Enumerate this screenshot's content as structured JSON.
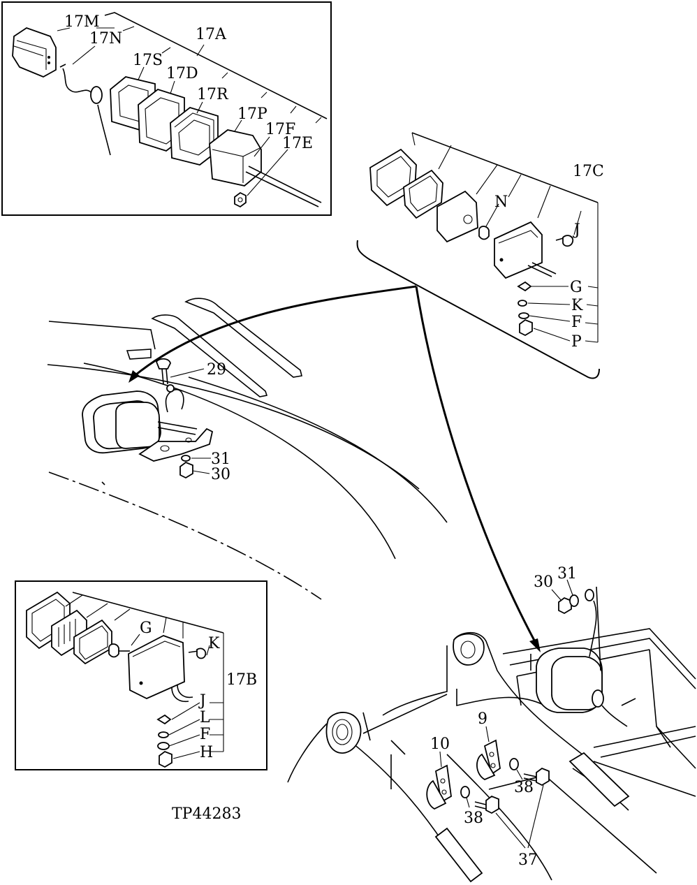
{
  "drawing_ref": "TP44283",
  "callouts": {
    "inset_a": [
      "17M",
      "17N",
      "17A",
      "17S",
      "17D",
      "17R",
      "17P",
      "17F",
      "17E"
    ],
    "inset_c": [
      "17C",
      "N",
      "J",
      "G",
      "K",
      "F",
      "P"
    ],
    "inset_b": [
      "G",
      "K",
      "17B",
      "J",
      "L",
      "F",
      "H"
    ],
    "cab_light": [
      "29",
      "31",
      "30"
    ],
    "boom_light": [
      "30",
      "31",
      "9",
      "10",
      "38",
      "38",
      "37"
    ]
  }
}
